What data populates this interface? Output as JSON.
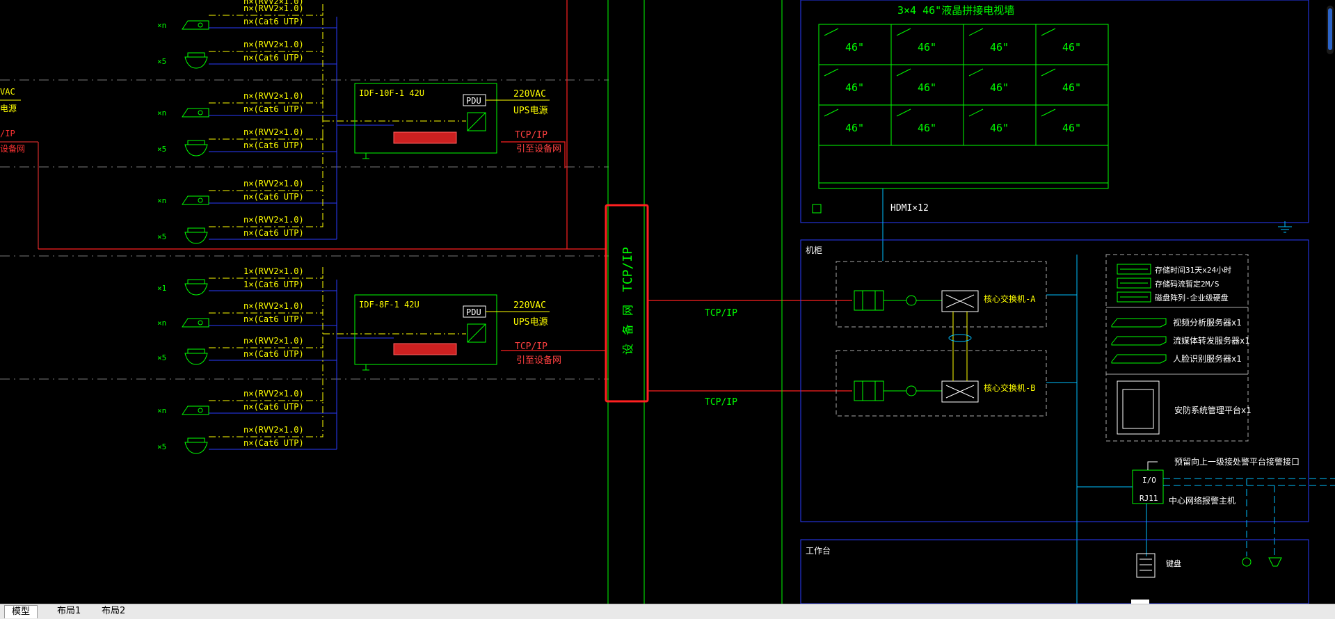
{
  "tabs": [
    {
      "label": "模型",
      "active": true
    },
    {
      "label": "布局1",
      "active": false
    },
    {
      "label": "布局2",
      "active": false
    }
  ],
  "left": {
    "top_cut_label": "n×(RVV2×1.0)",
    "cable_rvv": "n×(RVV2×1.0)",
    "cable_cat6": "n×(Cat6 UTP)",
    "cable_rvv_one": "1×(RVV2×1.0)",
    "cable_cat6_one": "1×(Cat6 UTP)",
    "count_n": "×n",
    "count_5": "×5",
    "count_1": "×1",
    "edge_vac": "VAC",
    "edge_power": "电源",
    "edge_tcpip": "/IP",
    "edge_network": "设备网"
  },
  "idf": [
    {
      "title": "IDF-10F-1 42U",
      "pdu": "PDU",
      "power_a": "220VAC",
      "power_b": "UPS电源",
      "net_a": "TCP/IP",
      "net_b": "引至设备网"
    },
    {
      "title": "IDF-8F-1 42U",
      "pdu": "PDU",
      "power_a": "220VAC",
      "power_b": "UPS电源",
      "net_a": "TCP/IP",
      "net_b": "引至设备网"
    }
  ],
  "backbone": {
    "label": "设备网",
    "protocol": "TCP/IP"
  },
  "links": {
    "upper": "TCP/IP",
    "lower": "TCP/IP"
  },
  "video_wall": {
    "title": "3×4 46\"液晶拼接电视墙",
    "screen_label": "46\"",
    "hdmi": "HDMI×12"
  },
  "rack": {
    "title": "机柜",
    "switch_a": "核心交换机-A",
    "switch_b": "核心交换机-B",
    "storage": [
      "存储时间31天x24小时",
      "存储码流暂定2M/S",
      "磁盘阵列-企业级硬盘"
    ],
    "servers": [
      "视频分析服务器x1",
      "流媒体转发服务器x1",
      "人脸识别服务器x1"
    ],
    "platform": "安防系统管理平台x1",
    "alarm_note": "预留向上一级接处警平台接警接口",
    "io": "I/O",
    "rj11": "RJ11",
    "alarm_host": "中心网络报警主机"
  },
  "desk": {
    "title": "工作台",
    "keypad": "键盘"
  }
}
